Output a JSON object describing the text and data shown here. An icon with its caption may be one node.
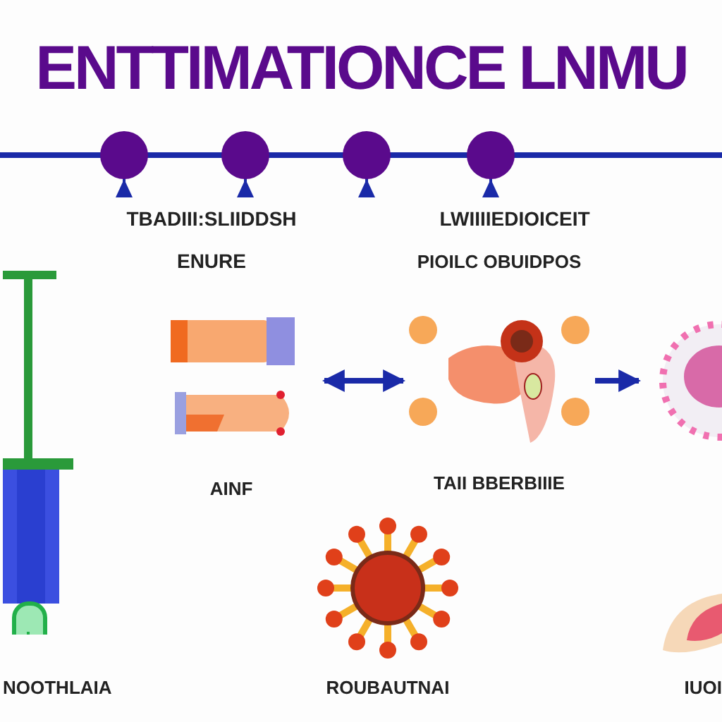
{
  "diagram": {
    "title": "ENTTIMATIONCE LNMU",
    "nodes": [
      {
        "text": [],
        "shape": "picture",
        "beside": [
          "NOOTHLAIA"
        ]
      },
      {
        "text": [],
        "shape": "picture",
        "beside": [
          "AINF"
        ]
      },
      {
        "text": [
          "PIOILC OBUIDPOS",
          "TAII BBERBIIIE"
        ]
      },
      {
        "text": [],
        "shape": "picture"
      },
      {
        "text": [],
        "shape": "picture",
        "beside": [
          "ROUBAUTNAI"
        ]
      },
      {
        "text": [],
        "shape": "picture",
        "beside": [
          "IUOI"
        ]
      }
    ],
    "edges": [
      {
        "from": 1,
        "to": 2,
        "arrow": "both"
      },
      {
        "from": 2,
        "to": 3,
        "arrow": "to"
      }
    ],
    "labels": [
      "TBADIII:SLIIDDSH ENURE",
      "LWIIIIEDIOICEIT"
    ]
  }
}
